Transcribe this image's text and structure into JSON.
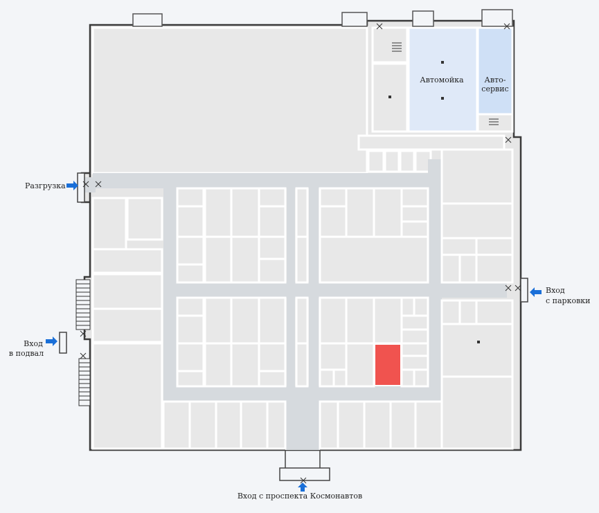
{
  "plan": {
    "labels": {
      "car_wash": "Автомойка",
      "car_service_1": "Авто-",
      "car_service_2": "сервис",
      "unloading": "Разгрузка",
      "parking_entry_1": "Вход",
      "parking_entry_2": "с парковки",
      "basement_entry_1": "Вход",
      "basement_entry_2": "в подвал",
      "main_entry": "Вход с проспекта Космонавтов"
    },
    "colors": {
      "background": "#f3f5f8",
      "room": "#e8e8e8",
      "corridor": "#d6dade",
      "wall": "#ffffff",
      "outline": "#333333",
      "car_wash": "#dfe9f8",
      "car_service": "#cfe0f6",
      "highlight": "#f0534f",
      "arrow": "#1a6fd8"
    },
    "icons": {
      "arrow": "arrow-icon",
      "door": "door-icon",
      "stairs": "stairs-icon"
    }
  }
}
